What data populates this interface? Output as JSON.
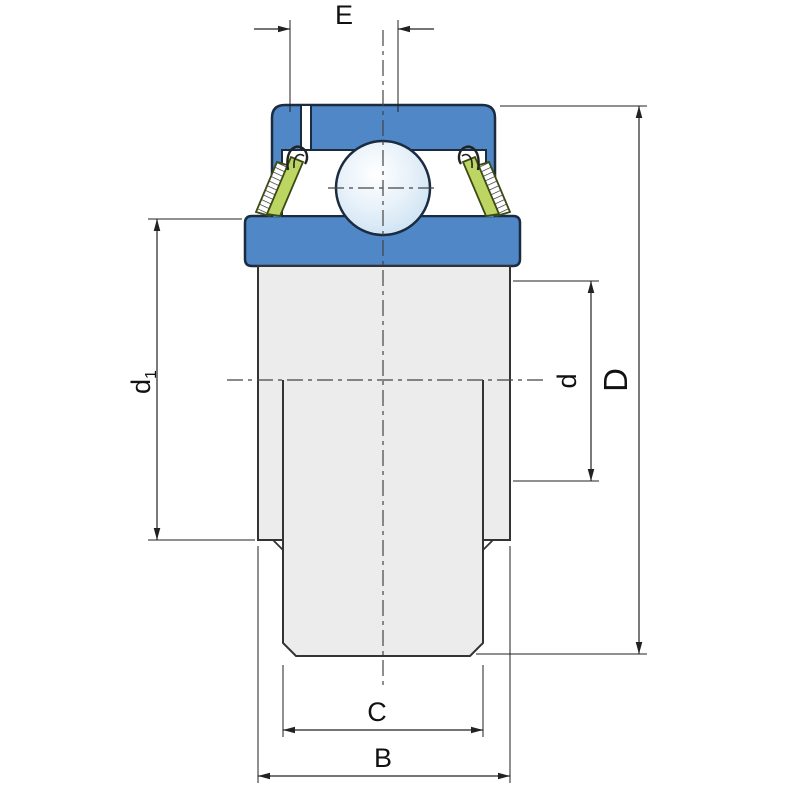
{
  "drawing": {
    "kind": "bearing-cross-section",
    "dimensions": {
      "e": "E",
      "d1_base": "d",
      "d1_sub": "1",
      "d_bore": "d",
      "d_outer": "D",
      "c": "C",
      "b": "B"
    },
    "colors": {
      "outer_ring_blue": "#4f87c7",
      "seal_green": "#bcd563",
      "steel_gray": "#ececec",
      "ball_light": "#ffffff",
      "ball_shade": "#c9e0f2"
    }
  }
}
